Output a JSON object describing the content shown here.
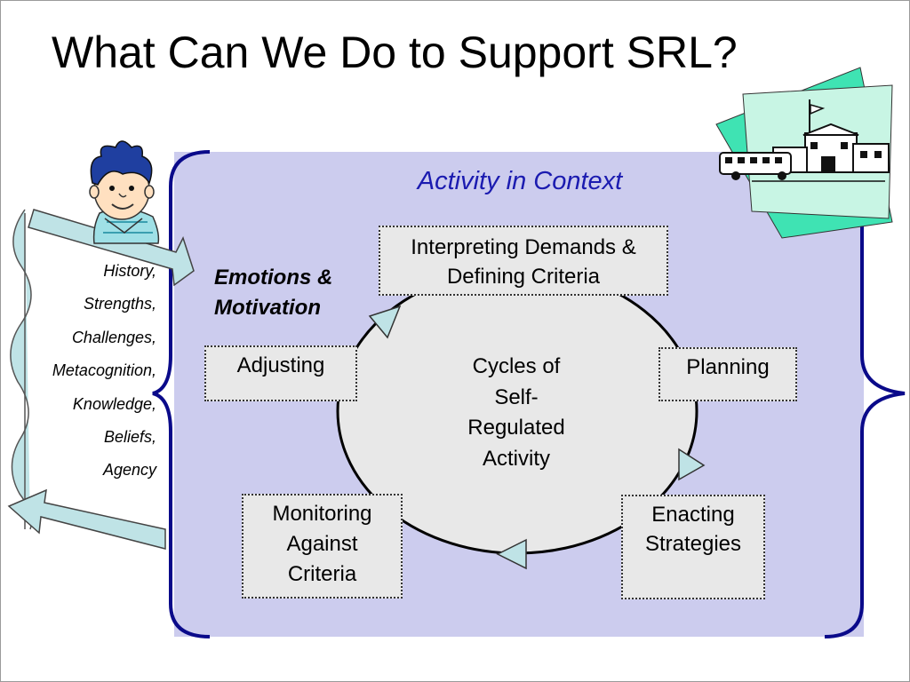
{
  "slide": {
    "title": "What Can We Do to Support SRL?"
  },
  "context": {
    "title": "Activity in Context"
  },
  "cycle": {
    "center_lines": [
      "Cycles of",
      "Self-",
      "Regulated",
      "Activity"
    ],
    "steps": {
      "interpreting": [
        "Interpreting Demands &",
        "Defining Criteria"
      ],
      "planning": [
        "Planning"
      ],
      "enacting": [
        "Enacting",
        "Strategies"
      ],
      "monitoring": [
        "Monitoring",
        "Against",
        "Criteria"
      ],
      "adjusting": [
        "Adjusting"
      ]
    }
  },
  "emotions": {
    "lines": [
      "Emotions &",
      "Motivation"
    ]
  },
  "learner": {
    "items": [
      "History,",
      "Strengths,",
      "Challenges,",
      "Metacognition,",
      "Knowledge,",
      "Beliefs,",
      "Agency"
    ]
  },
  "colors": {
    "context_fill": "#ccccee",
    "brace": "#0a0a8a",
    "context_title": "#1b1bb0",
    "arrow_fill": "#bfe3e6",
    "school_card": "#3fe3b3"
  }
}
